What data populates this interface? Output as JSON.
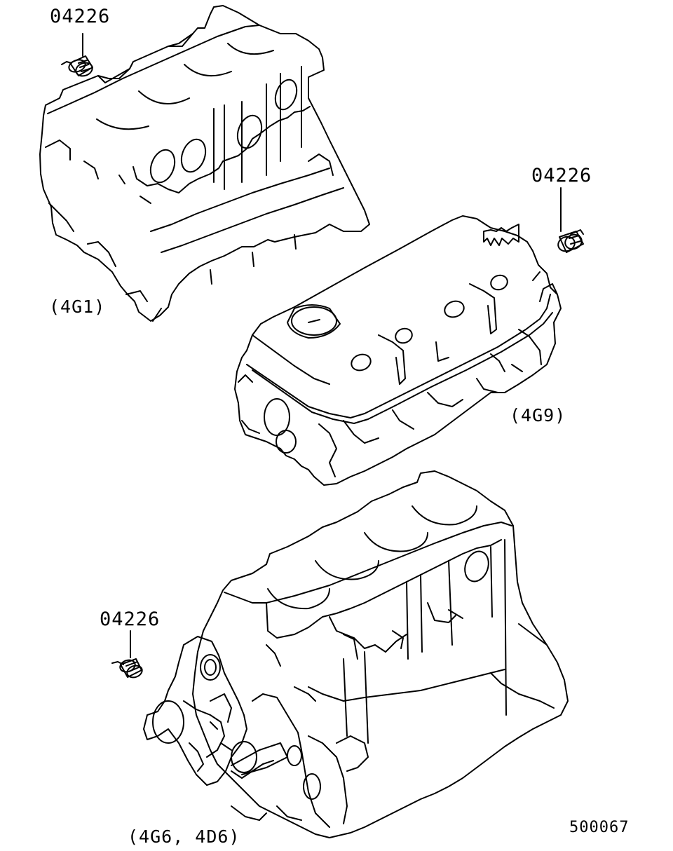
{
  "diagram": {
    "callouts": [
      {
        "id": "callout-1",
        "part_number": "04226"
      },
      {
        "id": "callout-2",
        "part_number": "04226"
      },
      {
        "id": "callout-3",
        "part_number": "04226"
      }
    ],
    "variants": [
      {
        "id": "variant-1",
        "label": "(4G1)"
      },
      {
        "id": "variant-2",
        "label": "(4G9)"
      },
      {
        "id": "variant-3",
        "label": "(4G6, 4D6)"
      }
    ],
    "drawing_code": "500067",
    "colors": {
      "ink": "#000000",
      "paper": "#ffffff"
    }
  }
}
